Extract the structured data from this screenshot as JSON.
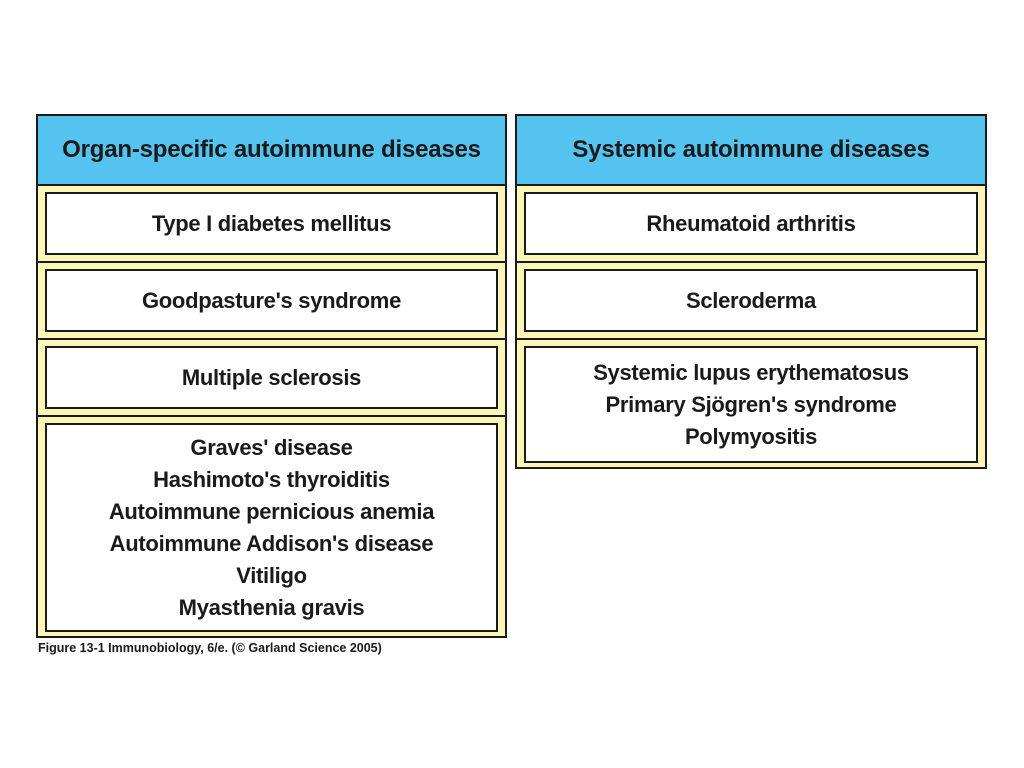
{
  "left_panel": {
    "title": "Organ-specific autoimmune diseases",
    "rows": [
      [
        "Type I diabetes mellitus"
      ],
      [
        "Goodpasture's syndrome"
      ],
      [
        "Multiple sclerosis"
      ],
      [
        "Graves' disease",
        "Hashimoto's thyroiditis",
        "Autoimmune pernicious anemia",
        "Autoimmune Addison's disease",
        "Vitiligo",
        "Myasthenia gravis"
      ]
    ]
  },
  "right_panel": {
    "title": "Systemic autoimmune diseases",
    "rows": [
      [
        "Rheumatoid arthritis"
      ],
      [
        "Scleroderma"
      ],
      [
        "Systemic lupus erythematosus",
        "Primary Sjögren's syndrome",
        "Polymyositis"
      ]
    ]
  },
  "caption": "Figure 13-1  Immunobiology, 6/e. (© Garland Science 2005)",
  "colors": {
    "header_fill": "#55c3ef",
    "row_fill": "#fbf6b8",
    "box_fill": "#ffffff",
    "border": "#1a1a1a"
  }
}
